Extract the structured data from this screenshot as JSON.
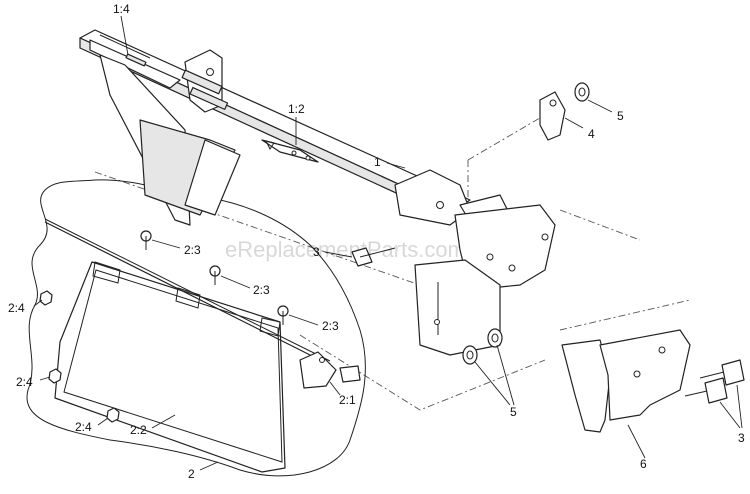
{
  "watermark": "eReplacementParts.com",
  "callouts": [
    {
      "id": "c-1-4",
      "text": "1:4"
    },
    {
      "id": "c-1-2",
      "text": "1:2"
    },
    {
      "id": "c-1",
      "text": "1"
    },
    {
      "id": "c-4",
      "text": "4"
    },
    {
      "id": "c-5-top",
      "text": "5"
    },
    {
      "id": "c-3-mid",
      "text": "3"
    },
    {
      "id": "c-2-3-a",
      "text": "2:3"
    },
    {
      "id": "c-2-3-b",
      "text": "2:3"
    },
    {
      "id": "c-2-3-c",
      "text": "2:3"
    },
    {
      "id": "c-2-4-a",
      "text": "2:4"
    },
    {
      "id": "c-2-4-b",
      "text": "2:4"
    },
    {
      "id": "c-2-4-c",
      "text": "2:4"
    },
    {
      "id": "c-2-1",
      "text": "2:1"
    },
    {
      "id": "c-2-2",
      "text": "2:2"
    },
    {
      "id": "c-2",
      "text": "2"
    },
    {
      "id": "c-5-low",
      "text": "5"
    },
    {
      "id": "c-6",
      "text": "6"
    },
    {
      "id": "c-3-right",
      "text": "3"
    }
  ]
}
